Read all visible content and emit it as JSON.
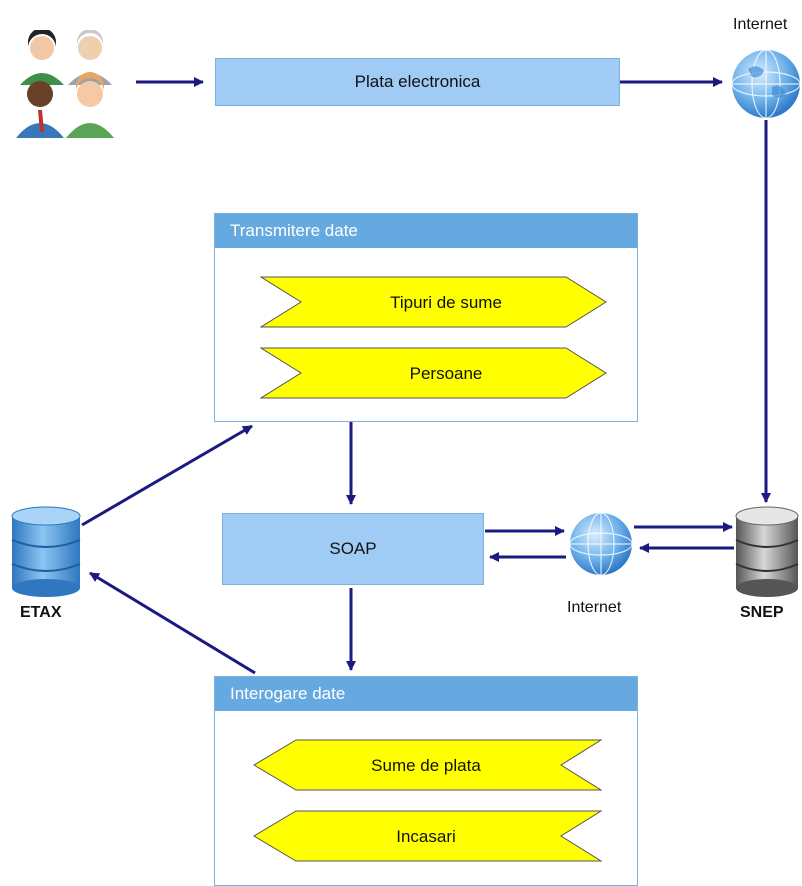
{
  "nodes": {
    "plata": "Plata electronica",
    "soap": "SOAP",
    "internet_top": "Internet",
    "internet_mid": "Internet",
    "etax": "ETAX",
    "snep": "SNEP"
  },
  "transmitere": {
    "title": "Transmitere date",
    "items": [
      "Tipuri de sume",
      "Persoane"
    ]
  },
  "interogare": {
    "title": "Interogare date",
    "items": [
      "Sume de plata",
      "Incasari"
    ]
  },
  "colors": {
    "arrow": "#1a1a80",
    "box_fill": "#9fcbf5",
    "panel_header": "#66a9e0",
    "chevron_fill": "#ffff00"
  },
  "icons": [
    "users-group-icon",
    "globe-icon",
    "database-icon"
  ]
}
